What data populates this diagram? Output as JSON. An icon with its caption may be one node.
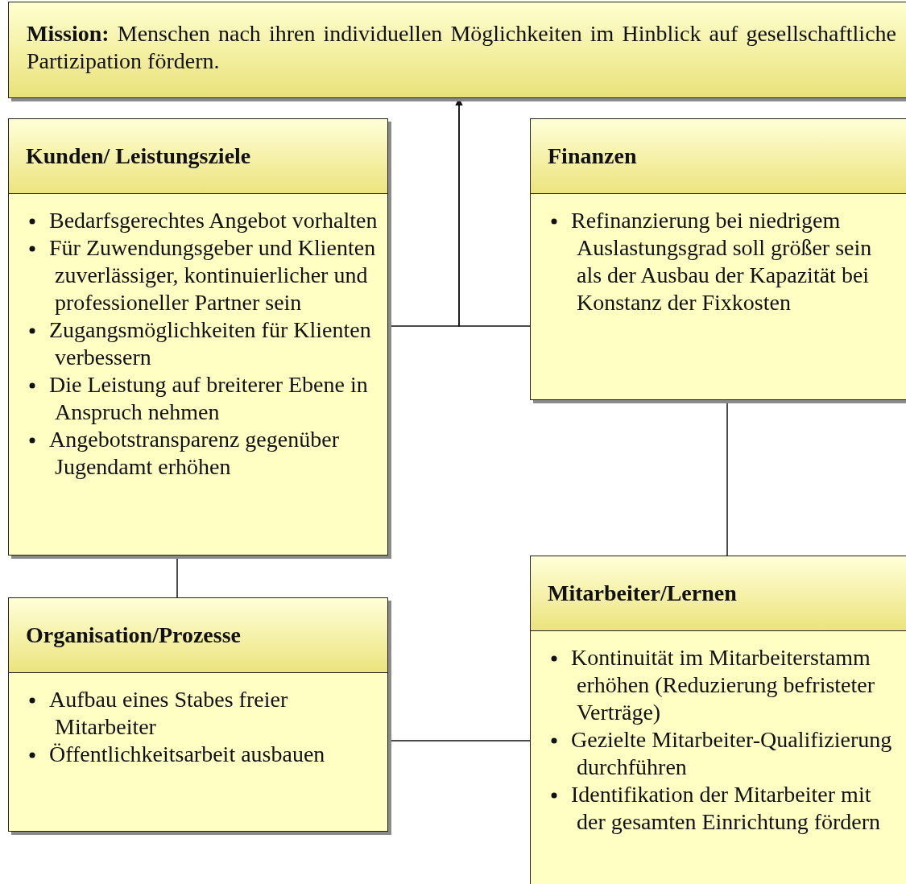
{
  "diagram": {
    "nodes": [
      {
        "text": [
          "**Mission:** Menschen nach ihren individuellen Möglichkeiten im Hinblick auf gesellschaftliche Partizipation fördern."
        ]
      },
      {
        "text": [
          "Kunden/ Leistungsziele",
          "Bedarfsgerechtes Angebot vorhalten",
          "Für Zuwendungsgeber und Klienten zuverlässiger, kontinuierlicher und professioneller Partner sein",
          "Zugangsmöglichkeiten für Klienten verbessern",
          "Die Leistung auf breiterer Ebene in Anspruch nehmen",
          "Angebotstransparenz gegenüber Jugendamt erhöhen"
        ]
      },
      {
        "text": [
          "Finanzen",
          "Refinanzierung bei niedrigem Auslastungsgrad soll größer sein als der Ausbau der Kapazität bei Konstanz der Fixkosten"
        ]
      },
      {
        "text": [
          "Organisation/Prozesse",
          "Aufbau eines Stabes freier Mitarbeiter",
          "Öffentlichkeitsarbeit ausbauen"
        ]
      },
      {
        "text": [
          "Mitarbeiter/Lernen",
          "Kontinuität im Mitarbeiterstamm erhöhen (Reduzierung befristeter Verträge)",
          "Gezielte Mitarbeiter-Qualifizierung durchführen",
          "Identifikation der Mitarbeiter mit der gesamten Einrichtung fördern"
        ]
      }
    ],
    "edges": [
      {
        "from": 1,
        "to": 0,
        "arrow": "to"
      },
      {
        "from": 2,
        "to": 0,
        "arrow": "to"
      },
      {
        "from": 1,
        "to": 3,
        "arrow": "none"
      },
      {
        "from": 2,
        "to": 4,
        "arrow": "none"
      },
      {
        "from": 3,
        "to": 4,
        "arrow": "none"
      }
    ]
  }
}
